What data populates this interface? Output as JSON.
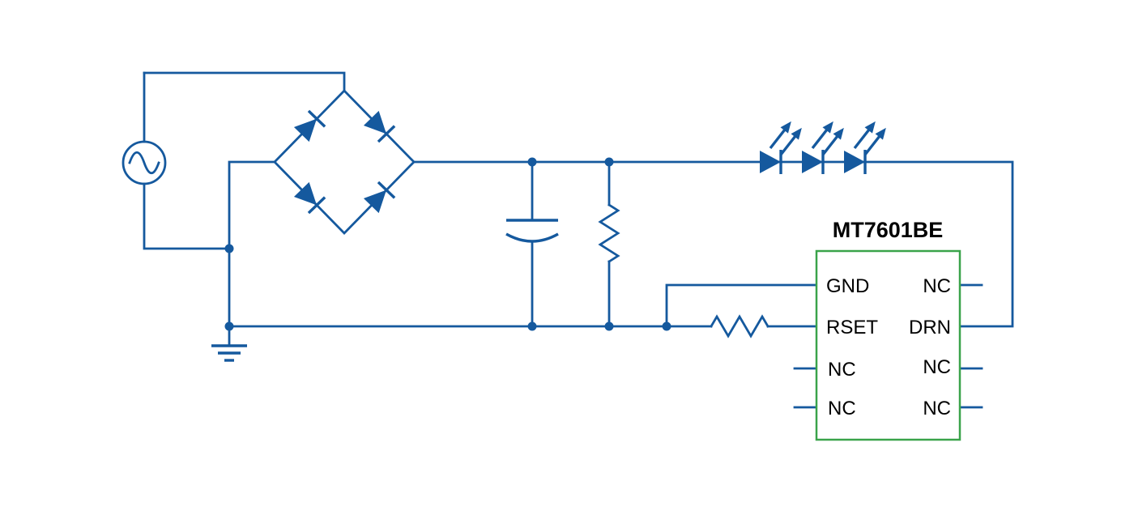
{
  "ic": {
    "title": "MT7601BE",
    "pins_left": [
      "GND",
      "RSET",
      "NC",
      "NC"
    ],
    "pins_right": [
      "NC",
      "DRN",
      "NC",
      "NC"
    ]
  },
  "components": [
    "ac-source",
    "bridge-rectifier",
    "filter-capacitor",
    "bleeder-resistor",
    "led-string",
    "rset-resistor",
    "ground"
  ],
  "colors": {
    "wire": "#15599e",
    "ic-border": "#3aa34a",
    "text": "#000000",
    "background": "#ffffff"
  }
}
